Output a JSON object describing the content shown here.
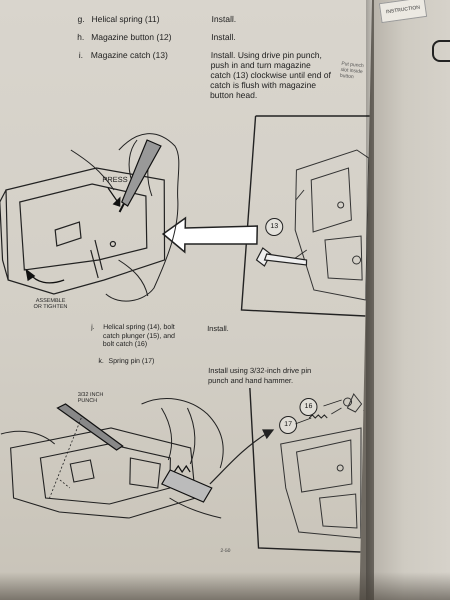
{
  "steps": [
    {
      "id": "g",
      "marker": "g.",
      "part": "Helical spring (11)",
      "action": "Install."
    },
    {
      "id": "h",
      "marker": "h.",
      "part": "Magazine button (12)",
      "action": "Install."
    },
    {
      "id": "i",
      "marker": "i.",
      "part": "Magazine catch (13)",
      "action_lines": [
        "Install. Using drive pin punch,",
        "push in and turn magazine",
        "catch (13) clockwise until end of",
        "catch is flush with magazine",
        "button head."
      ]
    },
    {
      "id": "j",
      "marker": "j.",
      "part_lines": [
        "Helical spring (14), bolt",
        "catch plunger (15), and",
        "bolt catch (16)"
      ],
      "action": "Install."
    },
    {
      "id": "k",
      "marker": "k.",
      "part": "Spring pin (17)",
      "action_lines": [
        "Install using 3/32-inch drive pin",
        "punch and hand hammer."
      ]
    }
  ],
  "figure1": {
    "press_label": "PRESS",
    "assemble_label_lines": [
      "ASSEMBLE",
      "OR TIGHTEN"
    ],
    "callout_13": "13",
    "callout_side": "",
    "margin_note_lines": [
      "Put punch",
      "slot inside",
      "button"
    ]
  },
  "figure2": {
    "punch_label_lines": [
      "3/32 INCH",
      "PUNCH"
    ],
    "callout_16": "16",
    "callout_17": "17",
    "callout_14": "",
    "callout_15": ""
  },
  "right_tab": "INSTRUCTION",
  "page_number": "2-50"
}
